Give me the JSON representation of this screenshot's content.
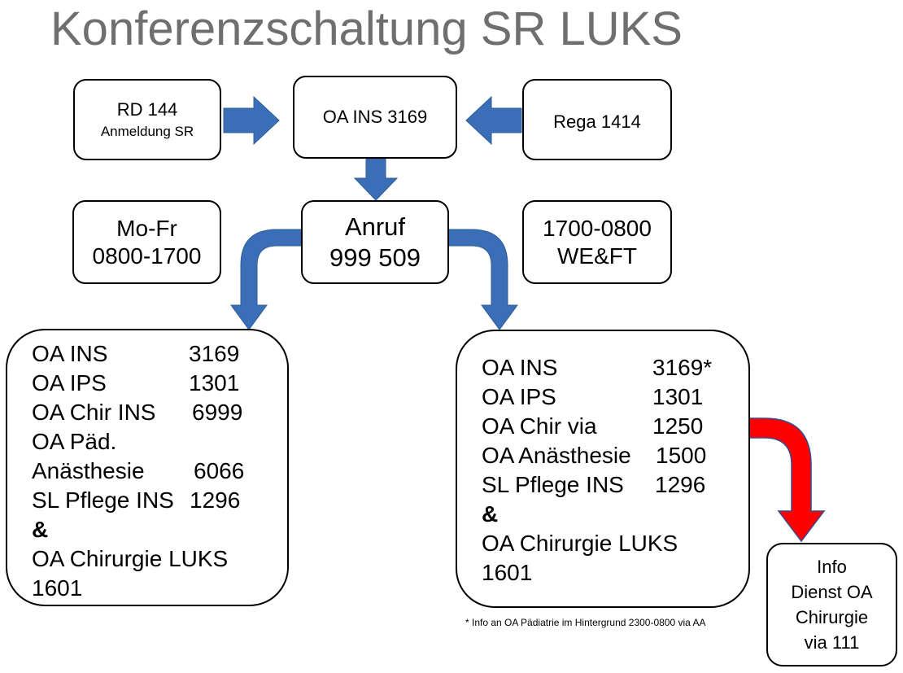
{
  "title": "Konferenzschaltung SR LUKS",
  "rd": {
    "line1": "RD 144",
    "line2": "Anmeldung SR"
  },
  "oa_ins": "OA INS 3169",
  "rega": "Rega 1414",
  "anruf": {
    "line1": "Anruf",
    "line2": "999 509"
  },
  "day": {
    "line1": "Mo-Fr",
    "line2": "0800-1700"
  },
  "night": {
    "line1": "1700-0800",
    "line2": "WE&FT"
  },
  "left_list": {
    "rows": [
      {
        "name": "OA INS",
        "num": "3169"
      },
      {
        "name": "OA IPS",
        "num": "1301"
      },
      {
        "name": "OA Chir INS",
        "num": "6999"
      },
      {
        "name": "OA Päd.",
        "num": ""
      },
      {
        "name": "Anästhesie",
        "num": "6066"
      },
      {
        "name": "SL Pflege INS",
        "num": "1296"
      }
    ],
    "amp": "&",
    "tail1": "OA Chirurgie LUKS",
    "tail2": "1601"
  },
  "right_list": {
    "rows": [
      {
        "name": "OA INS",
        "num": "3169*"
      },
      {
        "name": "OA IPS",
        "num": "1301"
      },
      {
        "name": "OA Chir via",
        "num": "1250"
      },
      {
        "name": "OA Anästhesie",
        "num": "1500"
      },
      {
        "name": "SL Pflege INS",
        "num": "1296"
      }
    ],
    "amp": "&",
    "tail1": "OA Chirurgie LUKS",
    "tail2": "1601"
  },
  "info": {
    "line1": "Info",
    "line2": "Dienst OA",
    "line3": "Chirurgie",
    "line4": "via 111"
  },
  "footnote": "* Info an OA Pädiatrie im Hintergrund 2300-0800 via AA",
  "colors": {
    "arrow_blue": "#3a6fb7",
    "arrow_red": "#ff0000",
    "title_gray": "#6f6f6f"
  }
}
